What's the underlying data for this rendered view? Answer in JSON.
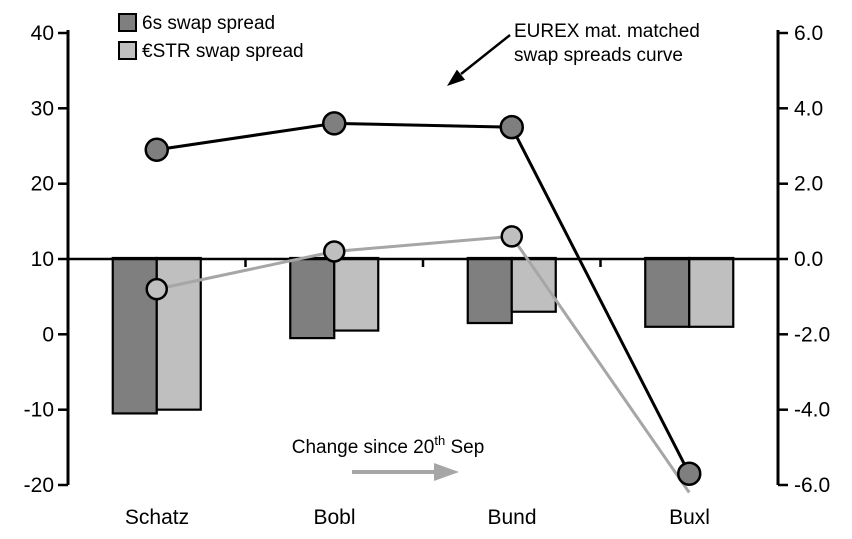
{
  "figure": {
    "background": "#FFFFFF"
  },
  "legend": {
    "items": [
      {
        "label": "6s swap spread",
        "swatch_color": "#7F7F7F"
      },
      {
        "label": "€STR swap spread",
        "swatch_color": "#BFBFBF"
      }
    ]
  },
  "annotations": {
    "curve_note": {
      "line1": "EUREX mat. matched",
      "line2": "swap spreads curve"
    },
    "change_note": {
      "prefix": "Change since 20",
      "sup": "th",
      "suffix": " Sep"
    }
  },
  "chart_data": {
    "type": "combo bar+line, dual y-axis",
    "categories": [
      "Schatz",
      "Bobl",
      "Bund",
      "Buxl"
    ],
    "left_axis": {
      "ticks": [
        "40",
        "30",
        "20",
        "10",
        "0",
        "-10",
        "-20"
      ],
      "range": [
        -20,
        40
      ]
    },
    "right_axis": {
      "ticks": [
        "6.0",
        "4.0",
        "2.0",
        "0.0",
        "-2.0",
        "-4.0",
        "-6.0"
      ],
      "range": [
        -6.0,
        6.0
      ]
    },
    "axis_alignment": "left 10 aligns with right 0.0 (left = 10 + 5 x right)",
    "grid": false,
    "legend_position": "top-left",
    "bar_series": [
      {
        "name": "6s swap spread (change since 20th Sep)",
        "axis": "right",
        "color": "#7F7F7F",
        "values": [
          -4.1,
          -2.1,
          -1.7,
          -1.8
        ]
      },
      {
        "name": "€STR swap spread (change since 20th Sep)",
        "axis": "right",
        "color": "#BFBFBF",
        "values": [
          -4.0,
          -1.9,
          -1.4,
          -1.8
        ]
      }
    ],
    "line_series": [
      {
        "name": "6s swap spread level (EUREX mat. matched curve)",
        "axis": "right",
        "color": "#000000",
        "marker_color": "#7F7F7F",
        "values": [
          2.9,
          3.6,
          3.5,
          -5.7
        ]
      },
      {
        "name": "€STR swap spread level (EUREX mat. matched curve)",
        "axis": "right",
        "color": "#A6A6A6",
        "marker_color": "#BFBFBF",
        "values": [
          -0.8,
          0.2,
          0.6,
          -6.2
        ]
      }
    ],
    "colors": {
      "bar_dark": "#7F7F7F",
      "bar_light": "#BFBFBF",
      "line_dark": "#000000",
      "line_gray": "#A6A6A6",
      "stroke": "#000000"
    }
  }
}
